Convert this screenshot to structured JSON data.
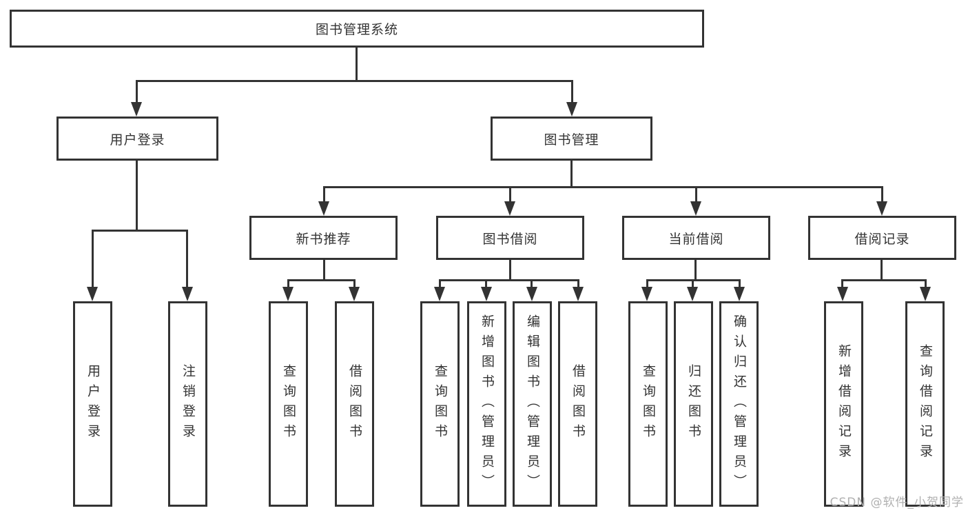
{
  "diagram": {
    "root": {
      "label": "图书管理系统"
    },
    "level2": [
      {
        "label": "用户登录"
      },
      {
        "label": "图书管理"
      }
    ],
    "level3": [
      {
        "label": "新书推荐"
      },
      {
        "label": "图书借阅"
      },
      {
        "label": "当前借阅"
      },
      {
        "label": "借阅记录"
      }
    ],
    "level4": [
      {
        "label": "用户登录"
      },
      {
        "label": "注销登录"
      },
      {
        "label": "查询图书"
      },
      {
        "label": "借阅图书"
      },
      {
        "label": "查询图书"
      },
      {
        "label": "新增图书（管理员）"
      },
      {
        "label": "编辑图书（管理员）"
      },
      {
        "label": "借阅图书"
      },
      {
        "label": "查询图书"
      },
      {
        "label": "归还图书"
      },
      {
        "label": "确认归还（管理员）"
      },
      {
        "label": "新增借阅记录"
      },
      {
        "label": "查询借阅记录"
      }
    ]
  },
  "watermark": {
    "text": "CSDN @软件_小贺同学"
  },
  "colors": {
    "line": "#333333",
    "text": "#333333",
    "watermark": "#b0b0b0",
    "background": "#ffffff"
  }
}
